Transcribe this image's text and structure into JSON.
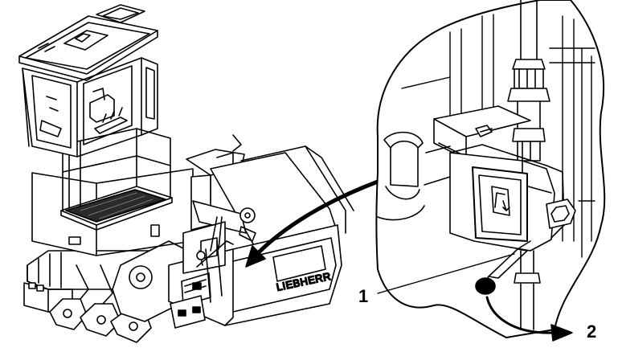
{
  "figure": {
    "brand": "LIEBHERR",
    "callouts": [
      {
        "label": "1"
      },
      {
        "label": "2"
      }
    ],
    "colors": {
      "ink": "#000000",
      "paper": "#ffffff"
    },
    "icons": [
      "excavator-illustration",
      "valve-detail-view",
      "pointer-arrow",
      "lever-motion-arrow"
    ]
  }
}
